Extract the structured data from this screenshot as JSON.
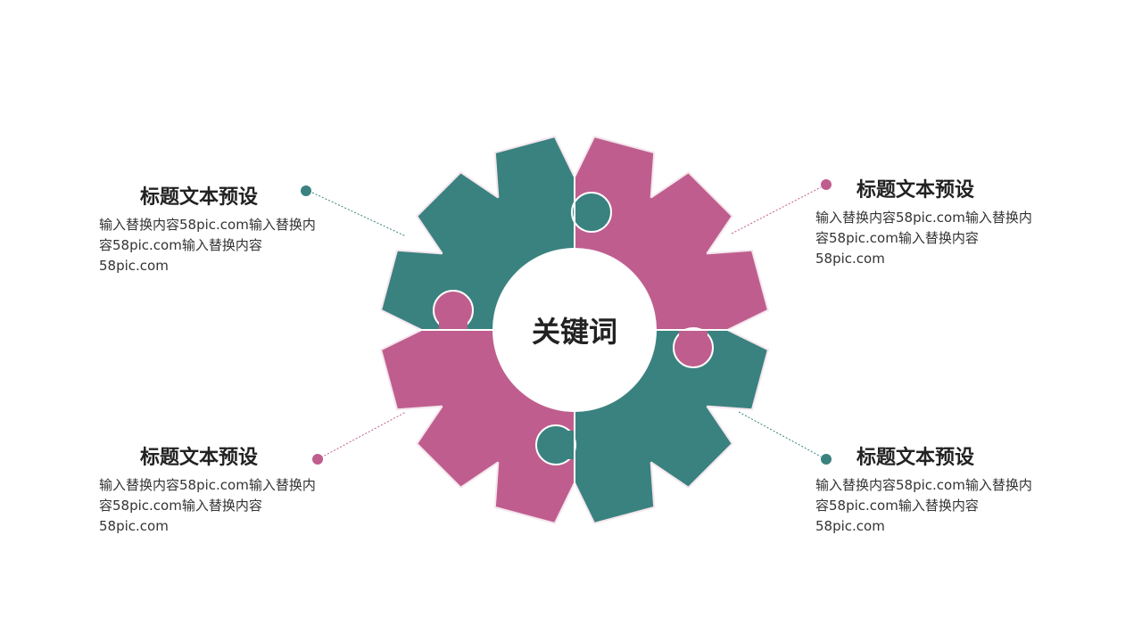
{
  "center_label": "关键词",
  "colors": {
    "teal": "#3a827f",
    "pink": "#bf5e8e"
  },
  "items": [
    {
      "title": "标题文本预设",
      "body": "输入替换内容58pic.com输入替换内容58pic.com输入替换内容58pic.com",
      "color": "teal"
    },
    {
      "title": "标题文本预设",
      "body": "输入替换内容58pic.com输入替换内容58pic.com输入替换内容58pic.com",
      "color": "pink"
    },
    {
      "title": "标题文本预设",
      "body": "输入替换内容58pic.com输入替换内容58pic.com输入替换内容58pic.com",
      "color": "pink"
    },
    {
      "title": "标题文本预设",
      "body": "输入替换内容58pic.com输入替换内容58pic.com输入替换内容58pic.com",
      "color": "teal"
    }
  ]
}
